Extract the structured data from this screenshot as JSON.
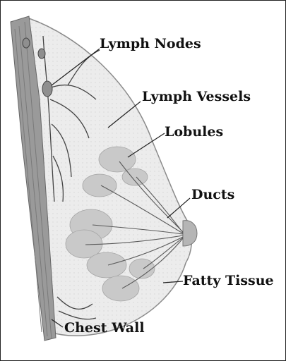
{
  "diagram": {
    "labels": {
      "lymph_nodes": "Lymph Nodes",
      "lymph_vessels": "Lymph Vessels",
      "lobules": "Lobules",
      "ducts": "Ducts",
      "fatty_tissue": "Fatty Tissue",
      "chest_wall": "Chest Wall"
    }
  }
}
